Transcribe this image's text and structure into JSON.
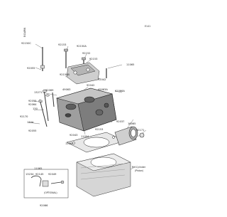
{
  "header": {
    "vertical_code": "E41ARN",
    "page_code": "E141"
  },
  "labels": {
    "p92150c": "92150C",
    "p92153": "92153",
    "p92150a": "92150A",
    "p92152": "92152",
    "p92153b": "92153",
    "p92055a": "92055",
    "p11065": "11065",
    "p92150b": "92150B",
    "p92069": "92069",
    "p92042a": "92042",
    "p92042b": "92042",
    "p49063": "49063",
    "p49063a": "49063A",
    "p92066a": "92066A",
    "p13271": "13271",
    "p92055b": "92055",
    "p92064": "92064",
    "p130": "130",
    "p92170": "92170",
    "p130a": "130A",
    "p92055c": "92055",
    "p92043": "92043",
    "p92037": "92037",
    "p11065b": "11065",
    "p16065": "16065",
    "p92171": "92171",
    "p11004": "11004",
    "p92153c": "92153",
    "p11065c": "11065",
    "p92145": "92145",
    "p92049": "92049",
    "p92200": "92200",
    "p13234": "13234",
    "option": "(OPTIONAL)",
    "p92066b": "92066",
    "ref_cylinder": "Ref.Cylinder",
    "ref_piston": "(Piston)"
  }
}
